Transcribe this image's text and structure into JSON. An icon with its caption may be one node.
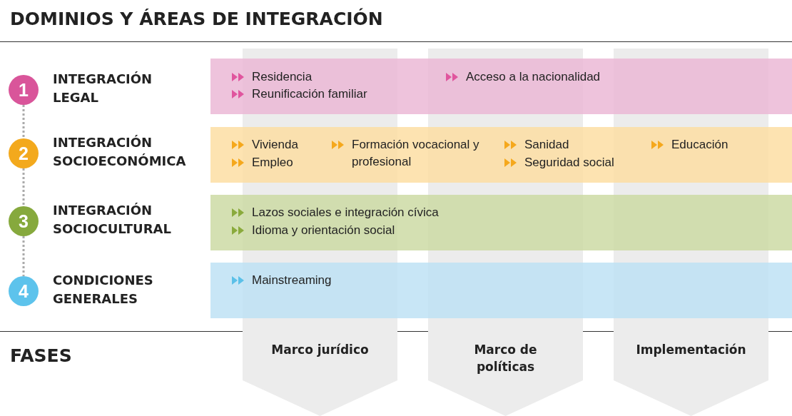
{
  "diagram": {
    "title": "DOMINIOS Y ÁREAS DE INTEGRACIÓN",
    "nodes": [
      {
        "text": [
          "Marco jurídico"
        ]
      },
      {
        "text": [
          "Marco de políticas"
        ]
      },
      {
        "text": [
          "Implementación"
        ]
      },
      {
        "text": [
          "1"
        ],
        "beside": [
          "INTEGRACIÓN LEGAL"
        ]
      },
      {
        "text": [
          "Residencia",
          "Reunificación familiar",
          "Acceso a la nacionalidad"
        ]
      },
      {
        "text": [
          "2"
        ],
        "beside": [
          "INTEGRACIÓN SOCIOECONÓMICA"
        ]
      },
      {
        "text": [
          "Vivienda",
          "Empleo",
          "Formación vocacional y profesional",
          "Sanidad",
          "Seguridad social",
          "Educación"
        ]
      },
      {
        "text": [
          "3"
        ],
        "beside": [
          "INTEGRACIÓN SOCIOCULTURAL"
        ]
      },
      {
        "text": [
          "Lazos sociales e integración cívica",
          "Idioma y orientación social"
        ]
      },
      {
        "text": [
          "4"
        ],
        "beside": [
          "CONDICIONES GENERALES"
        ]
      },
      {
        "text": [
          "Mainstreaming"
        ]
      }
    ],
    "edges": [
      {
        "from": 3,
        "to": 5,
        "arrow": "none",
        "style": "dashed"
      },
      {
        "from": 5,
        "to": 7,
        "arrow": "none",
        "style": "dashed"
      },
      {
        "from": 7,
        "to": 9,
        "arrow": "none",
        "style": "dashed"
      }
    ],
    "labels": [
      "FASES"
    ]
  }
}
